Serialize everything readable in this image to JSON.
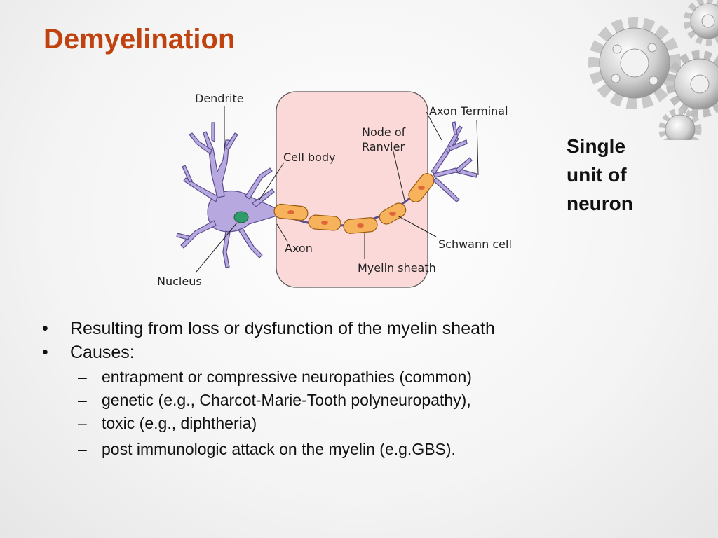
{
  "slide": {
    "title": "Demyelination",
    "side_note": "Single\nunit of\nneuron"
  },
  "diagram": {
    "labels": {
      "dendrite": "Dendrite",
      "axon_terminal": "Axon Terminal",
      "node_of_ranvier_1": "Node of",
      "node_of_ranvier_2": "Ranvier",
      "cell_body": "Cell body",
      "schwann_cell": "Schwann cell",
      "axon": "Axon",
      "myelin_sheath": "Myelin sheath",
      "nucleus": "Nucleus"
    },
    "colors": {
      "highlight_box": "#fbd9d9",
      "neuron": "#b7a8df",
      "myelin": "#f7b35c",
      "nucleus": "#2f9a6a"
    }
  },
  "bullets": [
    {
      "text": "Resulting from loss or dysfunction of the myelin sheath"
    },
    {
      "text": "Causes:",
      "subitems": [
        "entrapment or compressive neuropathies (common)",
        "genetic (e.g., Charcot-Marie-Tooth polyneuropathy),",
        "toxic (e.g., diphtheria)",
        "post immunologic attack on the myelin (e.g.GBS)."
      ]
    }
  ],
  "theme": {
    "title_color": "#c0420f"
  }
}
